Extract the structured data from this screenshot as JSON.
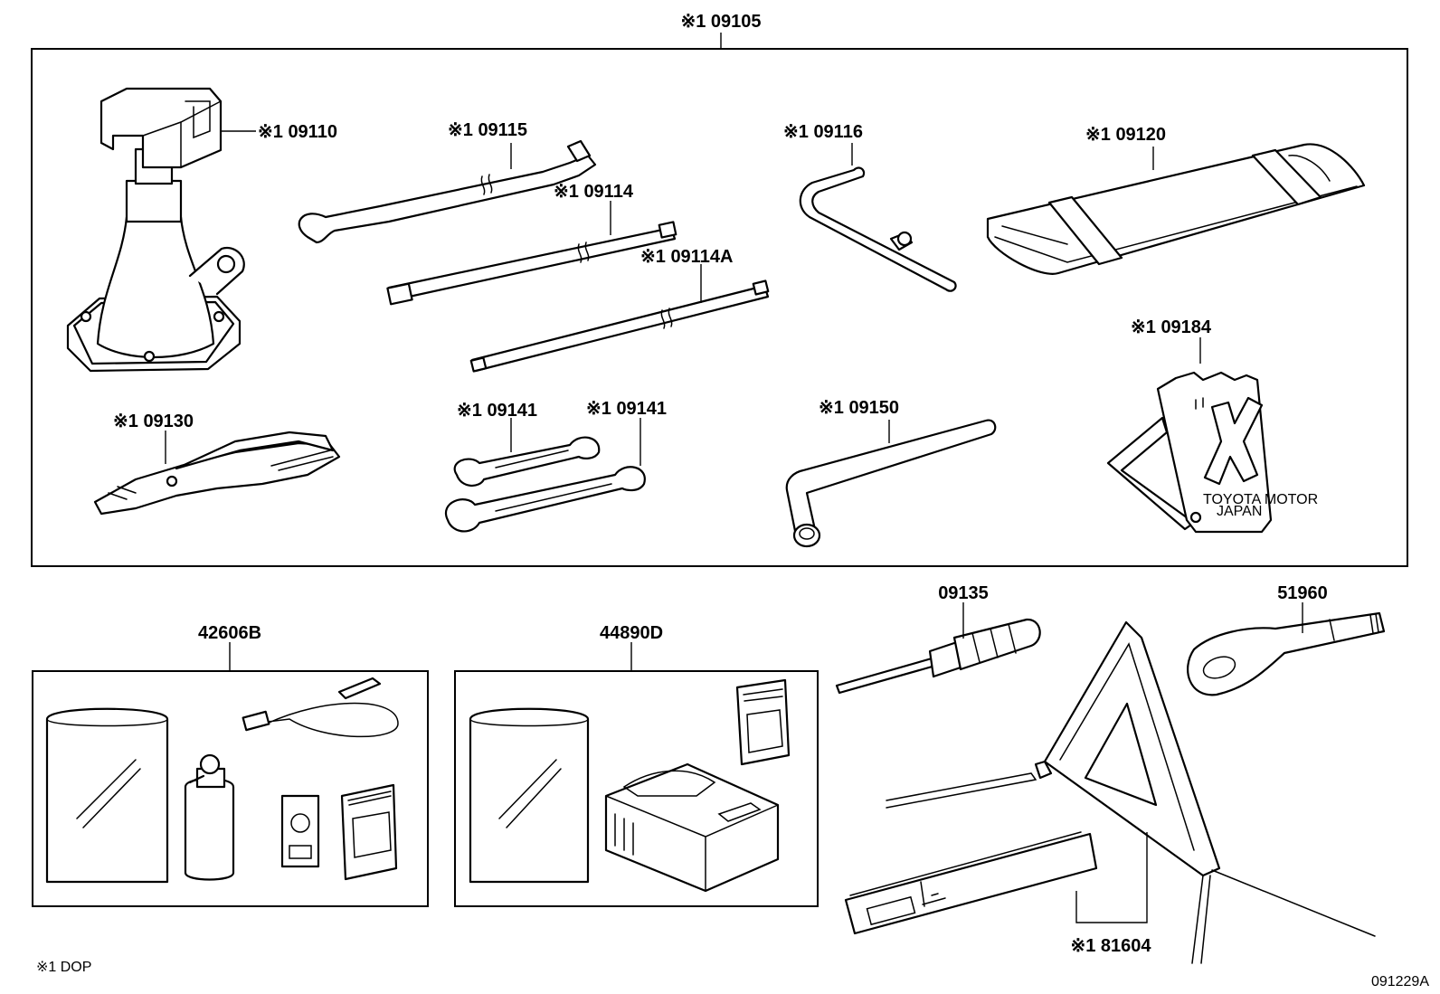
{
  "labels": {
    "set_09105": "※1 09105",
    "p09110": "※1 09110",
    "p09115": "※1 09115",
    "p09114": "※1 09114",
    "p09114a": "※1 09114A",
    "p09116": "※1 09116",
    "p09120": "※1 09120",
    "p09184": "※1 09184",
    "p09130": "※1 09130",
    "p09141a": "※1 09141",
    "p09141b": "※1 09141",
    "p09150": "※1 09150",
    "p42606b": "42606B",
    "p44890d": "44890D",
    "p09135": "09135",
    "p51960": "51960",
    "p81604": "※1 81604"
  },
  "plate_text": {
    "line1": "TOYOTA MOTOR",
    "line2": "JAPAN"
  },
  "footnote": "※1 DOP",
  "drawing_code": "091229A"
}
